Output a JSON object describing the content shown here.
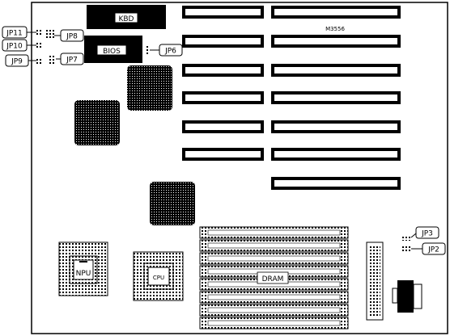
{
  "board": {
    "model": "M3556",
    "chips": {
      "kbd": "KBD",
      "bios": "BIOS",
      "npu": "NPU",
      "cpu": "CPU",
      "dram": "DRAM"
    },
    "jumpers": {
      "jp11": "JP11",
      "jp10": "JP10",
      "jp9": "JP9",
      "jp8": "JP8",
      "jp7": "JP7",
      "jp6": "JP6",
      "jp3": "JP3",
      "jp2": "JP2"
    }
  },
  "colors": {
    "ink": "#000000",
    "paper": "#ffffff"
  }
}
